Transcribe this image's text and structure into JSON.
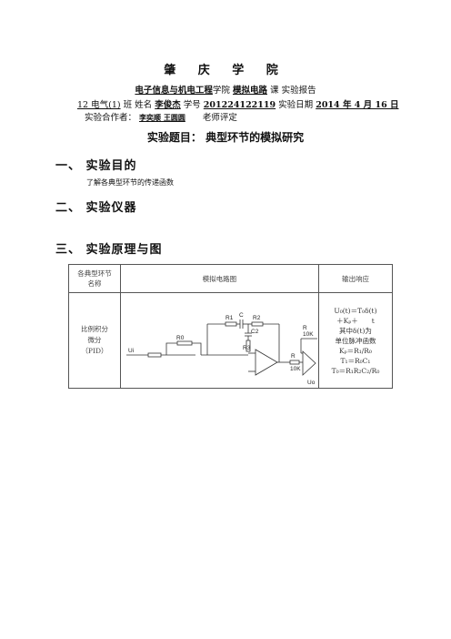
{
  "header": {
    "school": "肇 庆 学 院",
    "college": "电子信息与机电工程",
    "college_suffix": "学院",
    "course": "模拟电路",
    "course_suffix": "课",
    "report_type": "实验报告",
    "class": "12 电气(1)",
    "class_suffix": "班",
    "name_label": "姓名",
    "name": "李俊杰",
    "id_label": "学号",
    "student_id": "201224122119",
    "date_label": "实验日期",
    "date": "2014 年 4 月 16 日",
    "partners_label": "实验合作者：",
    "partners": "李奕顺 王圆圆",
    "teacher_label": "老师评定"
  },
  "experiment": {
    "title_label": "实验题目：",
    "title": "典型环节的模拟研究"
  },
  "sections": {
    "purpose_heading": "一、 实验目的",
    "purpose_text": "了解各典型环节的传递函数",
    "instruments_heading": "二、 实验仪器",
    "principle_heading": "三、 实验原理与图"
  },
  "table": {
    "headers": [
      "各典型环节名称",
      "模拟电路图",
      "输出响应"
    ],
    "row_name": "比例积分微分（PID）",
    "circuit_labels": {
      "r0": "R0",
      "r1": "R1",
      "c": "C",
      "r2": "R2",
      "c2": "C2",
      "r3": "R3",
      "r": "R",
      "r_out": "R",
      "r10k_a": "10K",
      "r10k_b": "10K",
      "ui": "Ui",
      "uo": "Uo"
    },
    "response_lines": [
      "U₀(t)＝T₀δ(t)",
      "＋Kₚ＋　　t",
      "其中δ(t)为",
      "单位脉冲函数",
      "Kₚ＝R₁/R₀",
      "T₁＝R₀C₁",
      "T₀＝R₁R₂C₂/R₀"
    ]
  }
}
